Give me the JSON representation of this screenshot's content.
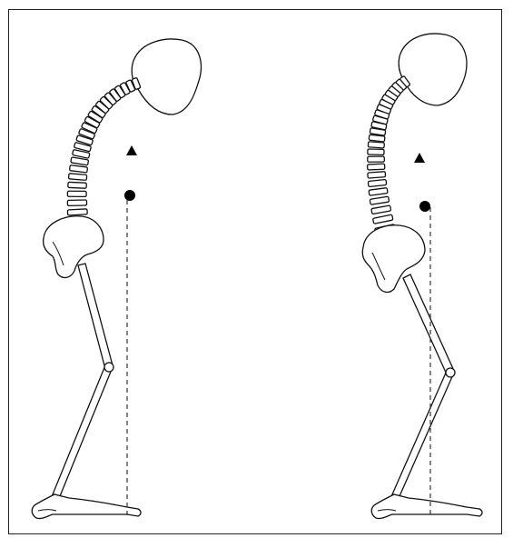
{
  "figures": [
    {
      "id": "left",
      "markers": [
        "triangle",
        "circle"
      ],
      "plumb_line": "dashed"
    },
    {
      "id": "right",
      "markers": [
        "triangle",
        "circle"
      ],
      "plumb_line": "dashed"
    }
  ],
  "colors": {
    "line": "#111111",
    "background": "#ffffff"
  }
}
